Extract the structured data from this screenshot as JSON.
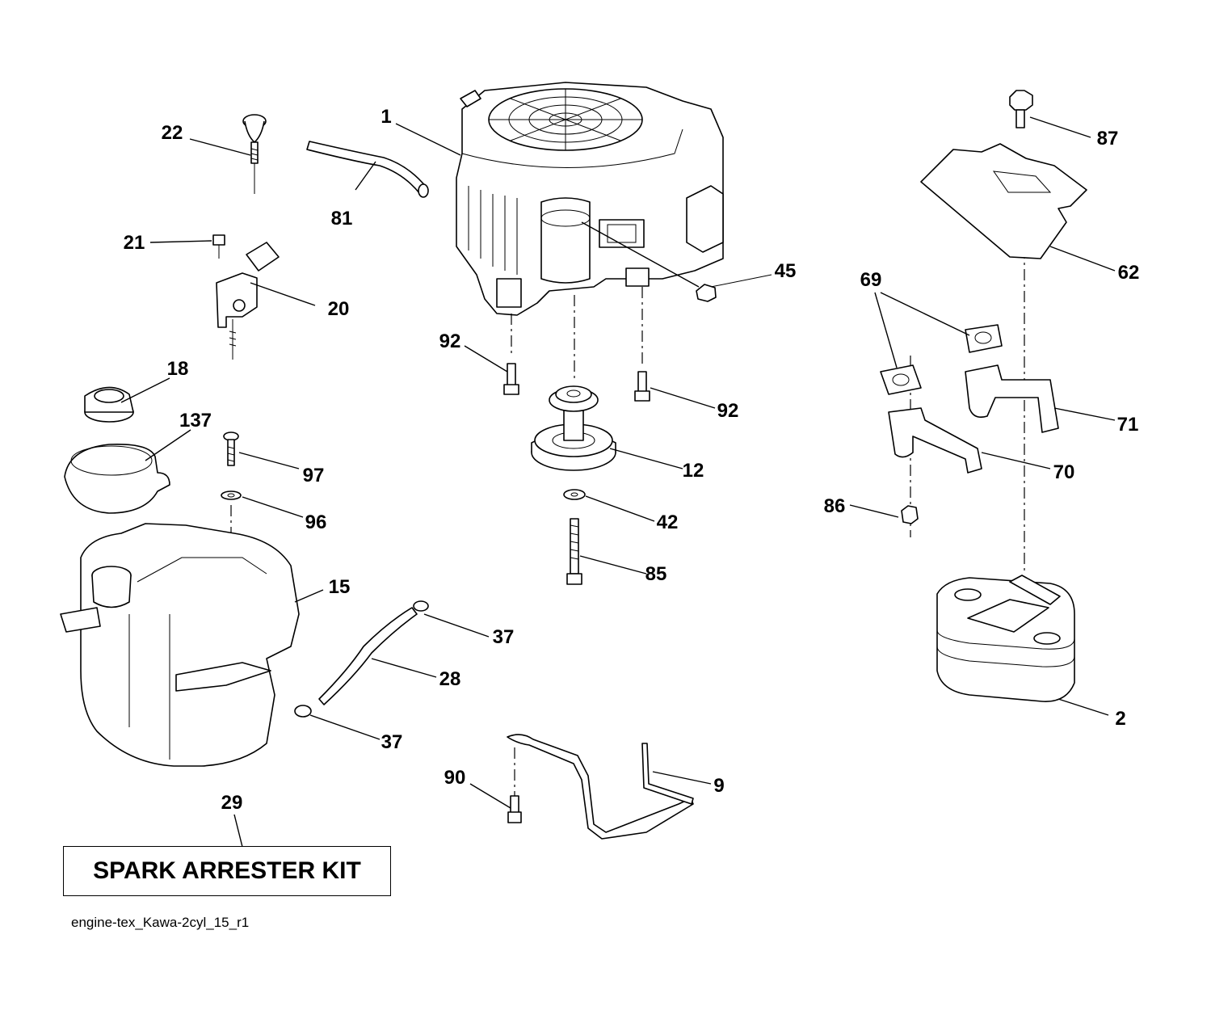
{
  "callouts": [
    {
      "id": "engine",
      "label": "1"
    },
    {
      "id": "muffler",
      "label": "2"
    },
    {
      "id": "throttle-rod",
      "label": "9"
    },
    {
      "id": "pulley",
      "label": "12"
    },
    {
      "id": "fuel-tank",
      "label": "15"
    },
    {
      "id": "fuel-cap",
      "label": "18"
    },
    {
      "id": "choke-bracket",
      "label": "20"
    },
    {
      "id": "bracket-screw",
      "label": "21"
    },
    {
      "id": "choke-knob",
      "label": "22"
    },
    {
      "id": "fuel-line",
      "label": "28"
    },
    {
      "id": "spark-arrester",
      "label": "29"
    },
    {
      "id": "hose-clamp-top",
      "label": "37"
    },
    {
      "id": "hose-clamp-bottom",
      "label": "37"
    },
    {
      "id": "washer-42",
      "label": "42"
    },
    {
      "id": "oil-drain",
      "label": "45"
    },
    {
      "id": "gasket",
      "label": "69"
    },
    {
      "id": "exhaust-pipe-left",
      "label": "70"
    },
    {
      "id": "exhaust-pipe-right",
      "label": "71"
    },
    {
      "id": "breather-hose",
      "label": "81"
    },
    {
      "id": "pulley-bolt",
      "label": "85"
    },
    {
      "id": "muffler-nut",
      "label": "86"
    },
    {
      "id": "heat-shield-screw",
      "label": "87"
    },
    {
      "id": "rod-bolt",
      "label": "90"
    },
    {
      "id": "engine-bolt-left",
      "label": "92"
    },
    {
      "id": "engine-bolt-right",
      "label": "92"
    },
    {
      "id": "washer-96",
      "label": "96"
    },
    {
      "id": "tank-screw",
      "label": "97"
    },
    {
      "id": "heat-shield",
      "label": "62"
    },
    {
      "id": "fuel-filler-neck",
      "label": "137"
    }
  ],
  "kit_label": "SPARK ARRESTER KIT",
  "drawing_id": "engine-tex_Kawa-2cyl_15_r1"
}
